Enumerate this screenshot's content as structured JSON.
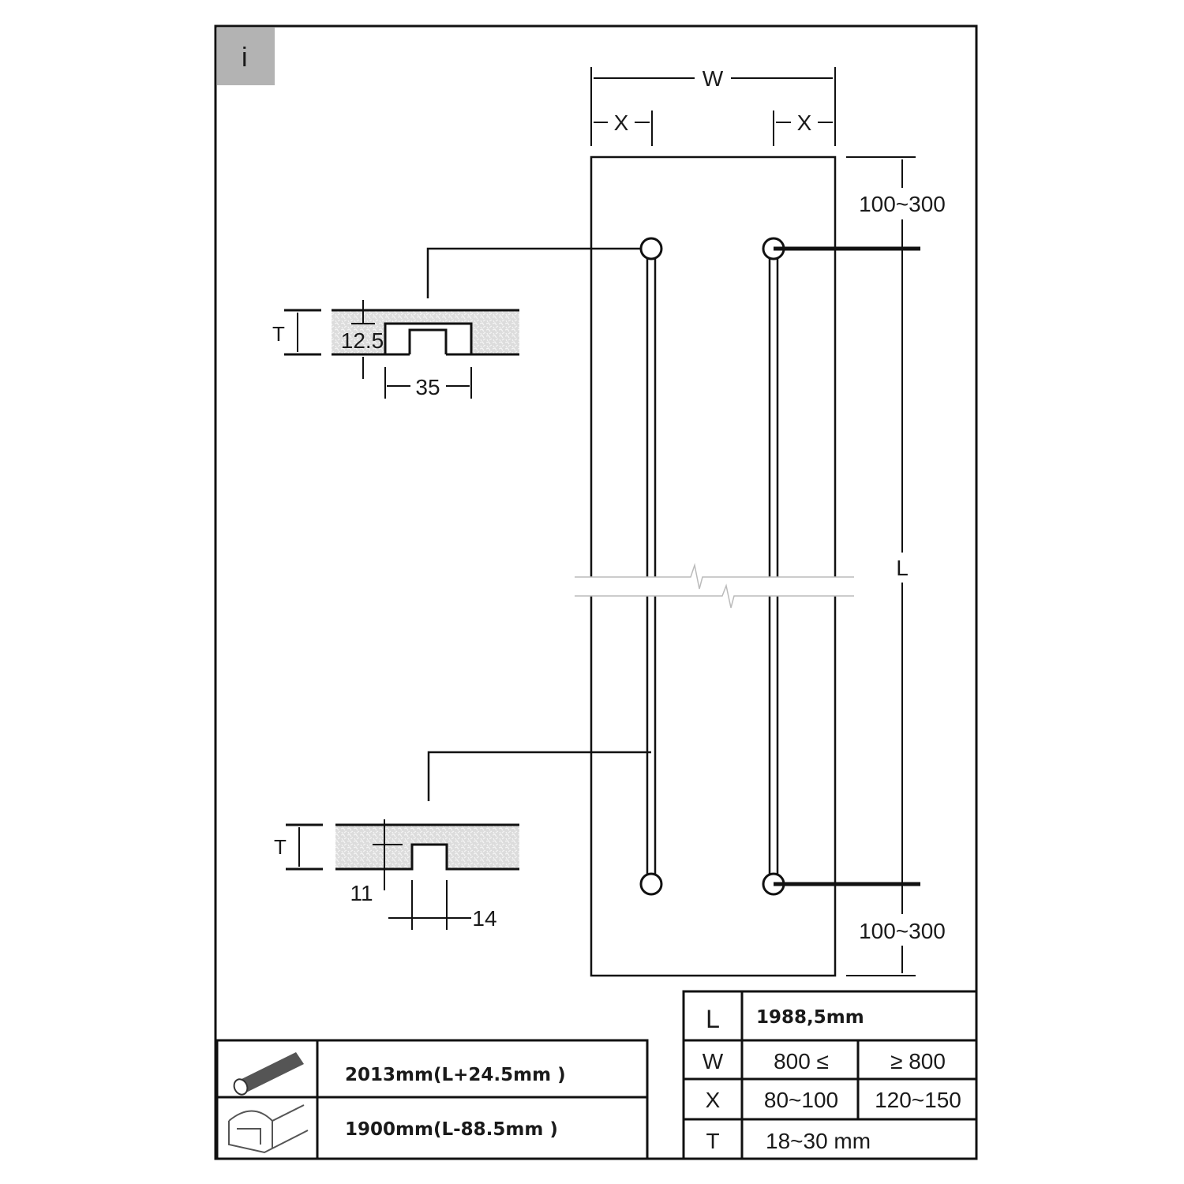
{
  "badge": "i",
  "dimensions": {
    "width_label": "W",
    "x_left_label": "X",
    "x_right_label": "X",
    "length_label": "L",
    "top_offset": "100~300",
    "bottom_offset": "100~300"
  },
  "section_top": {
    "thickness_label": "T",
    "depth": "12.5",
    "width": "35"
  },
  "section_bottom": {
    "thickness_label": "T",
    "depth": "11",
    "width": "14"
  },
  "parts_table": [
    {
      "icon": "threaded-rod-icon",
      "value": "2013mm(L+24.5mm )"
    },
    {
      "icon": "aluminium-profile-icon",
      "value": "1900mm(L-88.5mm )"
    }
  ],
  "spec_table": {
    "L": {
      "label": "L",
      "value": "1988,5mm"
    },
    "W": {
      "label": "W",
      "values": [
        "800 ≤",
        "≥ 800"
      ]
    },
    "X": {
      "label": "X",
      "values": [
        "80~100",
        "120~150"
      ]
    },
    "T": {
      "label": "T",
      "value": "18~30 mm"
    }
  },
  "colors": {
    "line": "#111111",
    "badge_bg": "#b3b3b3",
    "fill": "#d4d4d4"
  }
}
